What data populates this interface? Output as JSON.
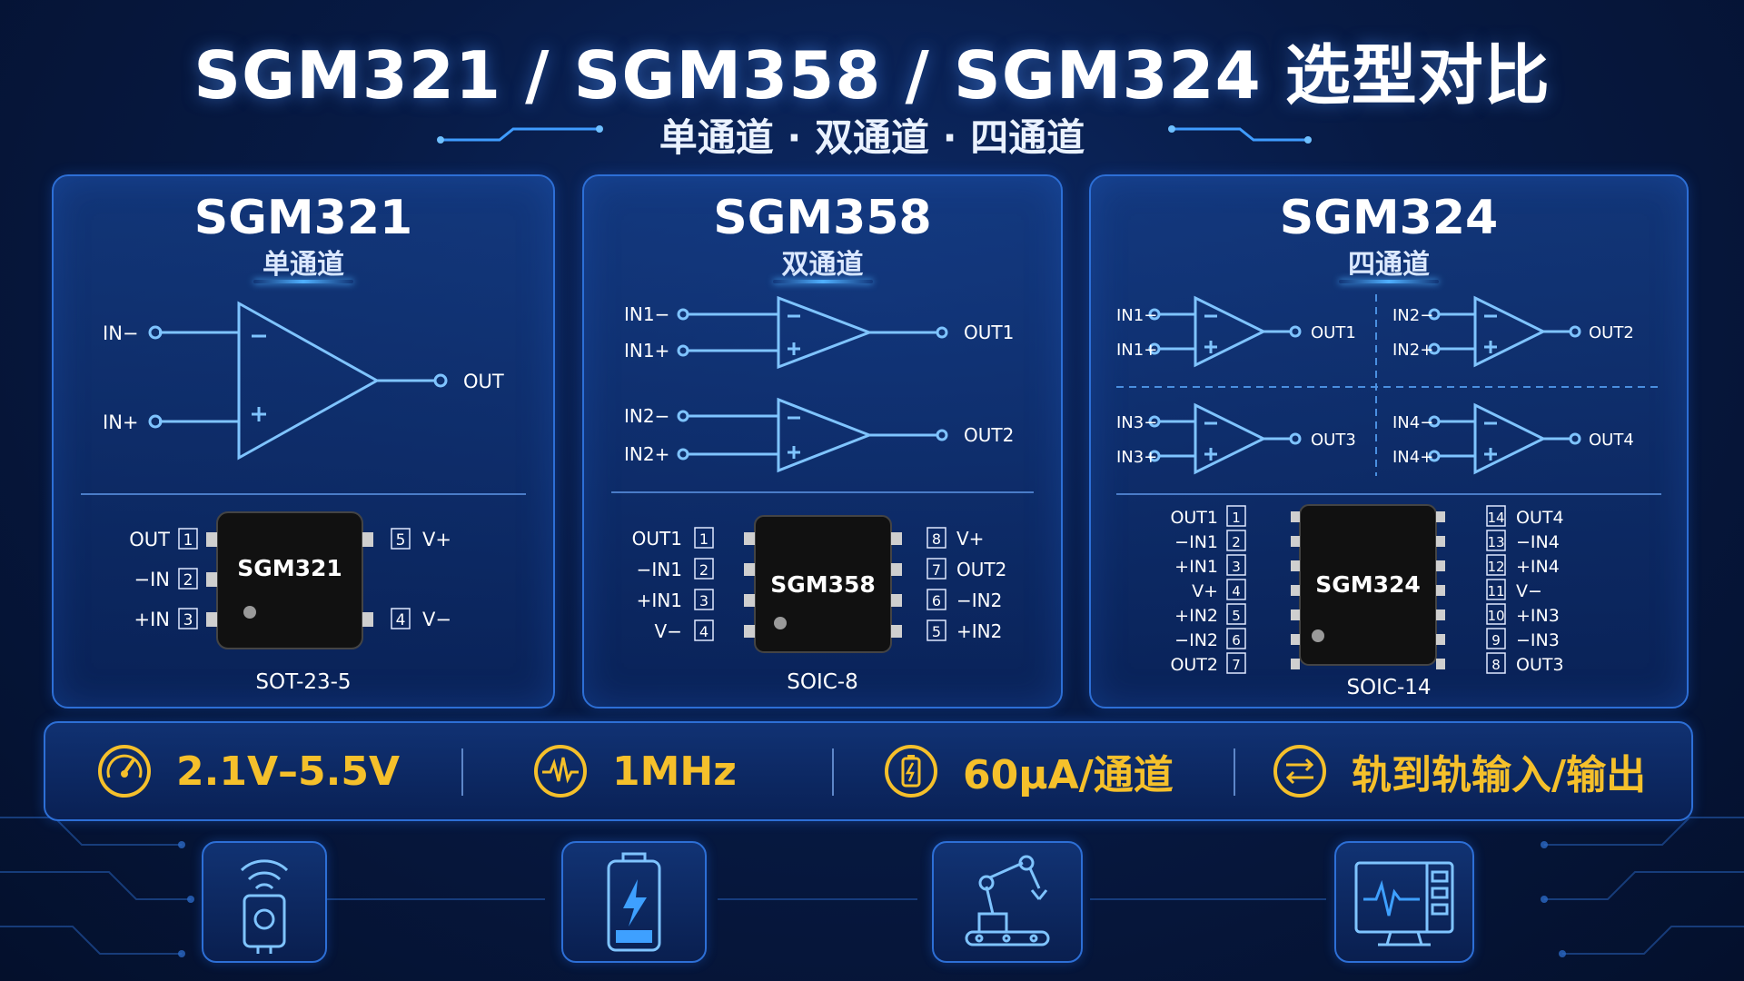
{
  "title": "SGM321 / SGM358 / SGM324 选型对比",
  "subtitle": "单通道 · 双通道 · 四通道",
  "panels": [
    {
      "name": "SGM321",
      "channels": "单通道",
      "opamp_pins": {
        "in_neg": "IN−",
        "in_pos": "IN+",
        "out": "OUT"
      },
      "chip": "SGM321",
      "package": "SOT-23-5",
      "pins_left": [
        {
          "num": "1",
          "label": "OUT"
        },
        {
          "num": "2",
          "label": "−IN"
        },
        {
          "num": "3",
          "label": "+IN"
        }
      ],
      "pins_right": [
        {
          "num": "5",
          "label": "V+"
        },
        {
          "num": "4",
          "label": "V−"
        }
      ]
    },
    {
      "name": "SGM358",
      "channels": "双通道",
      "amps": [
        {
          "in_neg": "IN1−",
          "in_pos": "IN1+",
          "out": "OUT1"
        },
        {
          "in_neg": "IN2−",
          "in_pos": "IN2+",
          "out": "OUT2"
        }
      ],
      "chip": "SGM358",
      "package": "SOIC-8",
      "pins_left": [
        {
          "num": "1",
          "label": "OUT1"
        },
        {
          "num": "2",
          "label": "−IN1"
        },
        {
          "num": "3",
          "label": "+IN1"
        },
        {
          "num": "4",
          "label": "V−"
        }
      ],
      "pins_right": [
        {
          "num": "8",
          "label": "V+"
        },
        {
          "num": "7",
          "label": "OUT2"
        },
        {
          "num": "6",
          "label": "−IN2"
        },
        {
          "num": "5",
          "label": "+IN2"
        }
      ]
    },
    {
      "name": "SGM324",
      "channels": "四通道",
      "amps": [
        {
          "in_neg": "IN1−",
          "in_pos": "IN1+",
          "out": "OUT1"
        },
        {
          "in_neg": "IN2−",
          "in_pos": "IN2+",
          "out": "OUT2"
        },
        {
          "in_neg": "IN3−",
          "in_pos": "IN3+",
          "out": "OUT3"
        },
        {
          "in_neg": "IN4−",
          "in_pos": "IN4+",
          "out": "OUT4"
        }
      ],
      "chip": "SGM324",
      "package": "SOIC-14",
      "pins_left": [
        {
          "num": "1",
          "label": "OUT1"
        },
        {
          "num": "2",
          "label": "−IN1"
        },
        {
          "num": "3",
          "label": "+IN1"
        },
        {
          "num": "4",
          "label": "V+"
        },
        {
          "num": "5",
          "label": "+IN2"
        },
        {
          "num": "6",
          "label": "−IN2"
        },
        {
          "num": "7",
          "label": "OUT2"
        }
      ],
      "pins_right": [
        {
          "num": "14",
          "label": "OUT4"
        },
        {
          "num": "13",
          "label": "−IN4"
        },
        {
          "num": "12",
          "label": "+IN4"
        },
        {
          "num": "11",
          "label": "V−"
        },
        {
          "num": "10",
          "label": "+IN3"
        },
        {
          "num": "9",
          "label": "−IN3"
        },
        {
          "num": "8",
          "label": "OUT3"
        }
      ]
    }
  ],
  "specs": [
    {
      "icon": "gauge-icon",
      "text": "2.1V–5.5V"
    },
    {
      "icon": "waveform-icon",
      "text": "1MHz"
    },
    {
      "icon": "battery-icon",
      "text": "60μA/通道"
    },
    {
      "icon": "rail-to-rail-icon",
      "text": "轨到轨输入/输出"
    }
  ],
  "applications": [
    {
      "icon": "wireless-sensor-icon"
    },
    {
      "icon": "battery-power-icon"
    },
    {
      "icon": "robot-arm-icon"
    },
    {
      "icon": "monitor-instrument-icon"
    }
  ],
  "colors": {
    "accent": "#2d6fd6",
    "spec_text": "#f5c02b",
    "line": "#7fc4ff"
  }
}
